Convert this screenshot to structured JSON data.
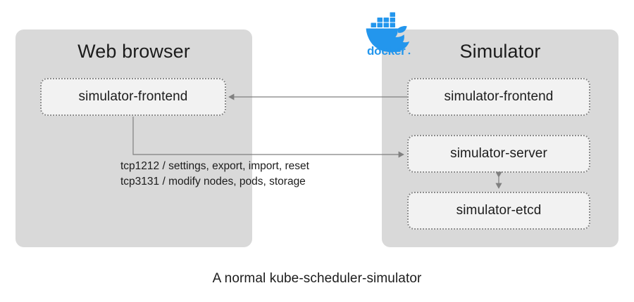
{
  "diagram": {
    "caption": "A normal kube-scheduler-simulator",
    "colors": {
      "panel_fill": "#d9d9d9",
      "node_fill": "#f2f2f2",
      "node_border": "#8c8c8c",
      "connector": "#808080",
      "text": "#1c1c1c",
      "docker_blue": "#2396ed",
      "background": "#ffffff"
    },
    "panels": [
      {
        "id": "web-browser",
        "title": "Web browser",
        "nodes": [
          {
            "id": "web-frontend",
            "label": "simulator-frontend"
          }
        ]
      },
      {
        "id": "simulator",
        "title": "Simulator",
        "nodes": [
          {
            "id": "sim-frontend",
            "label": "simulator-frontend"
          },
          {
            "id": "sim-server",
            "label": "simulator-server"
          },
          {
            "id": "sim-etcd",
            "label": "simulator-etcd"
          }
        ]
      }
    ],
    "logo": {
      "name": "docker-logo",
      "wordmark": "docker"
    },
    "protocols": [
      "tcp1212 / settings, export, import, reset",
      "tcp3131 / modify nodes, pods, storage"
    ],
    "connectors": [
      {
        "id": "sim-frontend-to-web-frontend",
        "from": "sim-frontend",
        "to": "web-frontend",
        "direction": "left"
      },
      {
        "id": "web-frontend-to-sim-server",
        "from": "web-frontend",
        "to": "sim-server",
        "direction": "right"
      },
      {
        "id": "sim-server-to-sim-etcd",
        "from": "sim-server",
        "to": "sim-etcd",
        "direction": "both"
      }
    ]
  }
}
